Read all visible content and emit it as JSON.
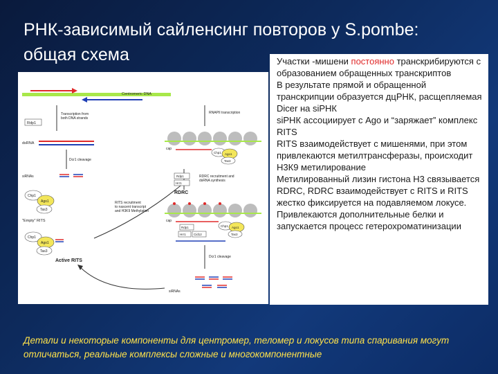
{
  "slide": {
    "title": "РНК-зависимый сайленсинг повторов у S.pombe:",
    "subtitle": "общая схема",
    "text_paragraphs": [
      {
        "before": "Участки -мишени ",
        "highlight": "постоянно",
        "after": " транскрибируются с образованием обращенных транскриптов"
      },
      {
        "before": "В результате прямой и обращенной транскрипции образуется дцРНК, расщепляемая Dicer на siРНК",
        "highlight": "",
        "after": ""
      },
      {
        "before": "siРНК ассоциирует с Ago и “заряжает” комплекс RITS",
        "highlight": "",
        "after": ""
      },
      {
        "before": "RITS взаимодействует с мишенями, при этом привлекаются метилтрансферазы, происходит Н3К9 метилирование",
        "highlight": "",
        "after": ""
      },
      {
        "before": "Метилированный лизин гистона Н3 связывается RDRC, RDRC взаимодействует с RITS и RITS жестко фиксируется на подавляемом локусе. Привлекаются дополнительные белки и запускается процесс гетерохроматинизации",
        "highlight": "",
        "after": ""
      }
    ],
    "footnote": "Детали и некоторые компоненты для центромер, теломер и локусов типа спаривания могут отличаться, реальные комплексы сложные и многокомпонентные"
  },
  "diagram": {
    "labels": {
      "centromeric_dna": "Centromeric DNA",
      "rdp1": "Rdp1",
      "transcription_both": "Transcription from",
      "transcription_both2": "both DNA strands",
      "dsrna": "dsRNA",
      "dcr1_cleavage": "Dcr1 cleavage",
      "rnapii": "RNAPII transcription",
      "cap": "cap",
      "chp1": "Chp1",
      "ago1": "Ago1",
      "tas3": "Tas3",
      "sirnas": "siRNAs",
      "rits_recruit1": "RITS recruitment",
      "rits_recruit2": "to nascent transcript",
      "rits_recruit3": "and H3K9 Methylation",
      "rdrc_recruit1": "RDRC recruitment and",
      "rdrc_recruit2": "dsRNA synthesis",
      "rdrc": "RDRC",
      "hrr1": "Hrr1",
      "cid12": "Cid12",
      "empty_rits": "\"Empty\" RITS",
      "active_rits": "Active RITS",
      "sirnas_bottom": "siRNAs"
    },
    "colors": {
      "accent_red": "#e02a2a",
      "green": "#2e9a3a",
      "blue": "#1f3fb5",
      "yellow": "#f3e65a",
      "grey": "#888888"
    }
  }
}
